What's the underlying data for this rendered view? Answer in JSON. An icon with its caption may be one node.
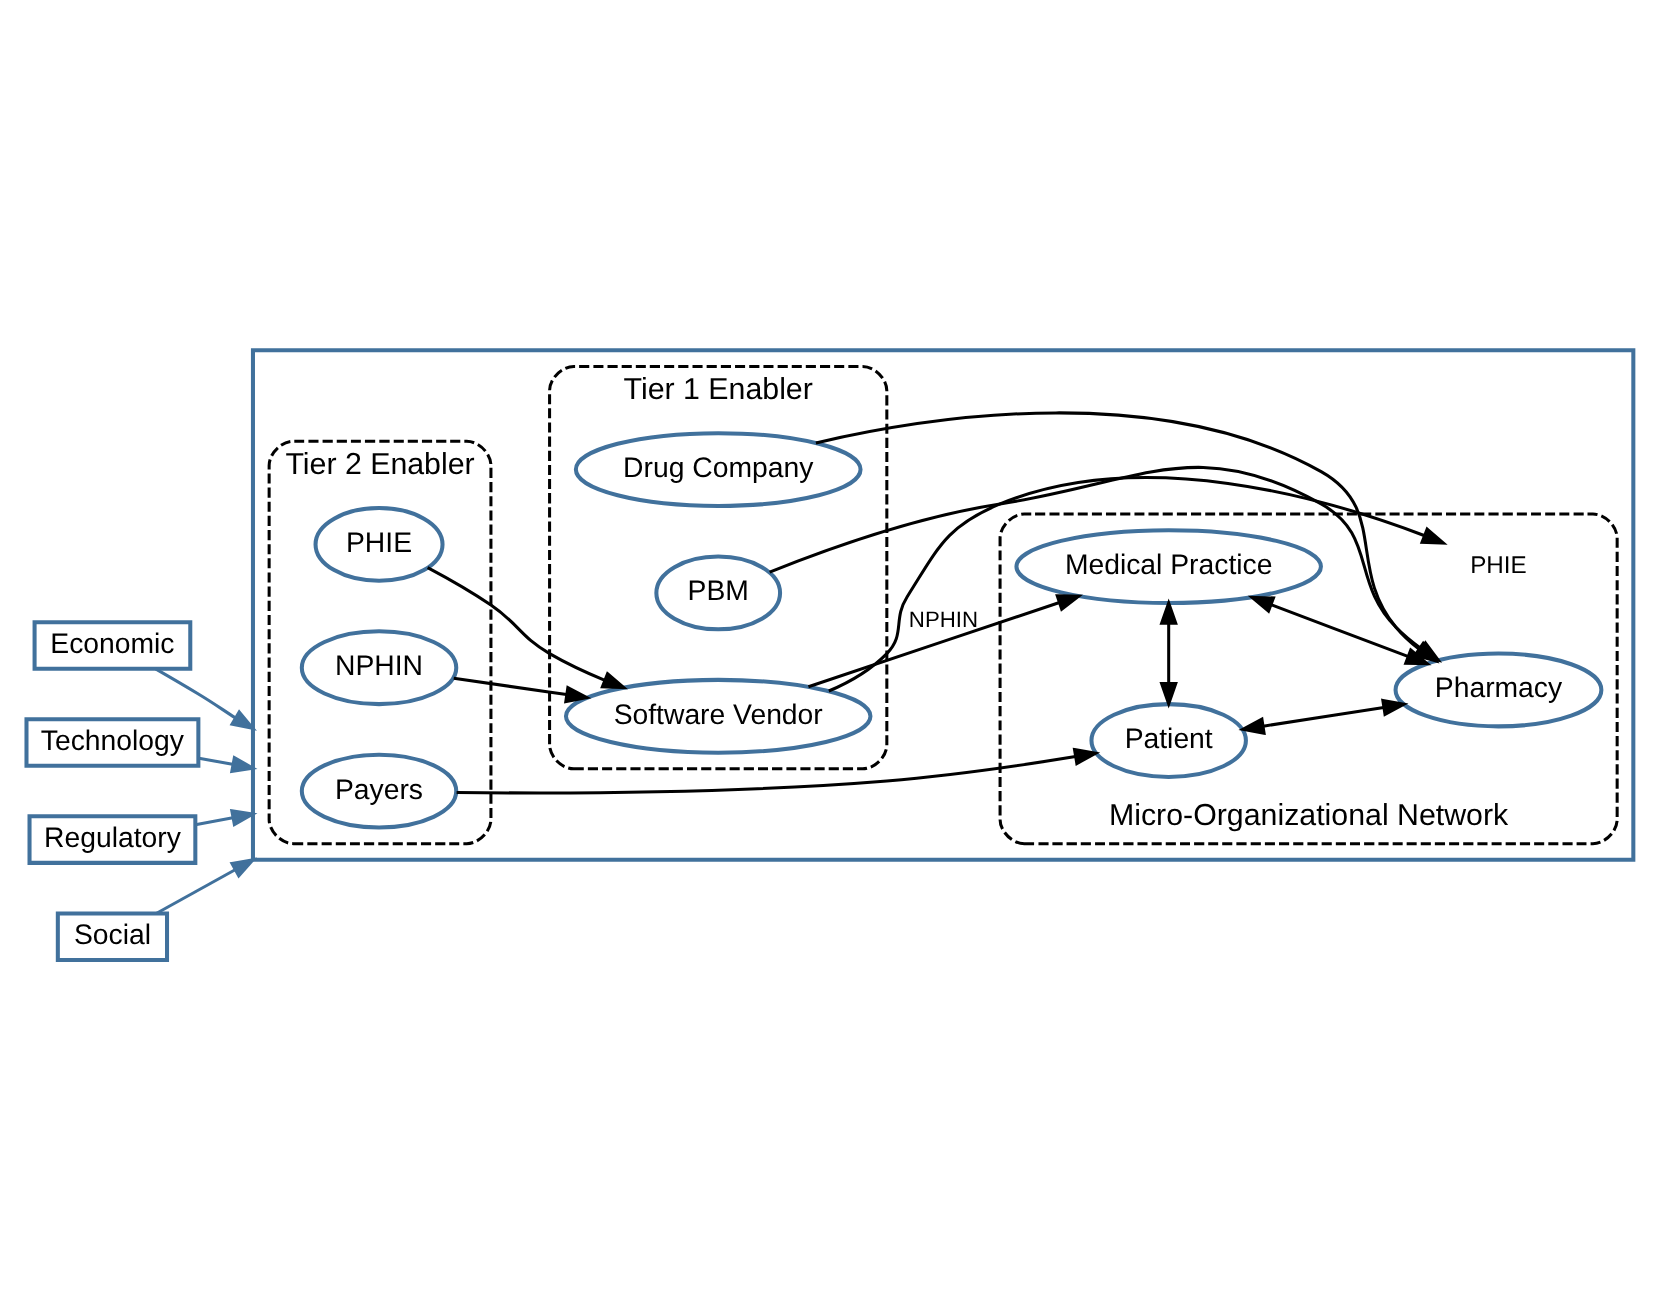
{
  "diagram": {
    "nodes": [
      {
        "text": [],
        "shape": "box"
      },
      {
        "text": [
          "Economic"
        ]
      },
      {
        "text": [
          "Technology"
        ]
      },
      {
        "text": [
          "Regulatory"
        ]
      },
      {
        "text": [
          "Social"
        ]
      },
      {
        "text": [
          "Tier 2 Enabler"
        ],
        "in": 0
      },
      {
        "text": [
          "Tier 1 Enabler"
        ],
        "in": 0
      },
      {
        "text": [
          "Micro-Organizational Network"
        ],
        "in": 0
      },
      {
        "text": [
          "Payers"
        ],
        "in": 5
      },
      {
        "text": [
          "NPHIN"
        ],
        "in": 5
      },
      {
        "text": [
          "PHIE"
        ],
        "in": 5
      },
      {
        "text": [
          "PBM"
        ],
        "in": 6
      },
      {
        "text": [
          "Software Vendor"
        ],
        "in": 6
      },
      {
        "text": [
          "Drug Company"
        ],
        "in": 6
      },
      {
        "text": [
          "Patient"
        ],
        "in": 7
      },
      {
        "text": [
          "Medical Practice"
        ],
        "in": 7
      },
      {
        "text": [
          "Pharmacy"
        ],
        "in": 7
      },
      {
        "text": [
          "PHIE"
        ],
        "in": 7
      }
    ],
    "edges": [
      {
        "from": 1,
        "to": 0,
        "arrow": "to",
        "color": "#41719c"
      },
      {
        "from": 2,
        "to": 0,
        "arrow": "to",
        "color": "#41719c"
      },
      {
        "from": 3,
        "to": 0,
        "arrow": "to",
        "color": "#41719c"
      },
      {
        "from": 4,
        "to": 0,
        "arrow": "to",
        "color": "#41719c"
      },
      {
        "from": 11,
        "to": 16,
        "arrow": "to"
      },
      {
        "from": 8,
        "to": 14,
        "arrow": "to"
      },
      {
        "from": 9,
        "to": 12,
        "arrow": "to"
      },
      {
        "from": 10,
        "to": 12,
        "arrow": "to"
      },
      {
        "from": 12,
        "to": 15,
        "arrow": "to",
        "label": "NPHIN"
      },
      {
        "from": 12,
        "to": 17,
        "arrow": "to"
      },
      {
        "from": 14,
        "to": 15,
        "arrow": "both"
      },
      {
        "from": 14,
        "to": 16,
        "arrow": "both"
      },
      {
        "from": 15,
        "to": 16,
        "arrow": "both"
      },
      {
        "from": 13,
        "to": 16,
        "arrow": "to"
      }
    ]
  }
}
